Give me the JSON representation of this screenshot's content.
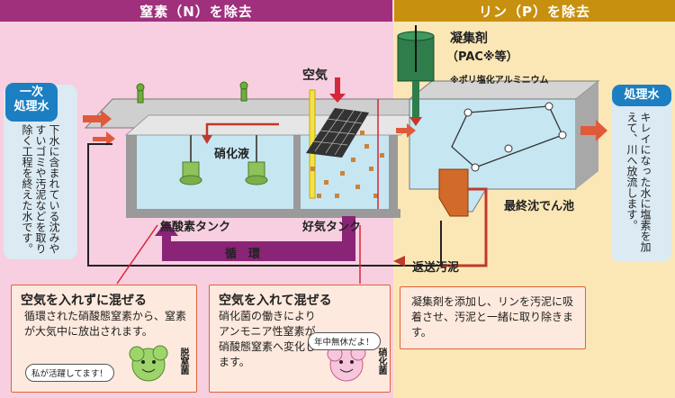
{
  "headers": {
    "nitrogen": "窒素（N）を除去",
    "phosphorus": "リン（P）を除去"
  },
  "primary": {
    "badge": "一次\n処理水",
    "desc": "下水に含まれている沈みやすいゴミや汚泥などを取り除く工程を終えた水です。"
  },
  "treated": {
    "badge": "処理水",
    "desc": "キレイになった水に塩素を加えて、川へ放流します。"
  },
  "labels": {
    "air": "空気",
    "nitrified_liquid": "硝化液",
    "anoxic_tank": "無酸素タンク",
    "aerobic_tank": "好気タンク",
    "circulation": "循　環",
    "return_sludge": "返送汚泥",
    "final_settling": "最終沈でん池",
    "coagulant_title": "凝集剤",
    "coagulant_sub": "（PAC※等）",
    "coagulant_note": "※ポリ塩化アルミニウム"
  },
  "notes": {
    "anoxic": {
      "title": "空気を入れずに混ぜる",
      "body": "循環された硝酸態窒素から、窒素が大気中に放出されます。"
    },
    "aerobic": {
      "title": "空気を入れて混ぜる",
      "body": "硝化菌の働きによりアンモニア性窒素が硝酸態窒素へ変化します。"
    },
    "phosphorus": {
      "body": "凝集剤を添加し、リンを汚泥に吸着させ、汚泥と一緒に取り除きます。"
    }
  },
  "bacteria": {
    "denitrifying": {
      "speech": "私が活躍してます！",
      "name": "脱窒菌"
    },
    "nitrifying": {
      "speech": "年中無休だよ！",
      "name": "硝化菌"
    }
  }
}
